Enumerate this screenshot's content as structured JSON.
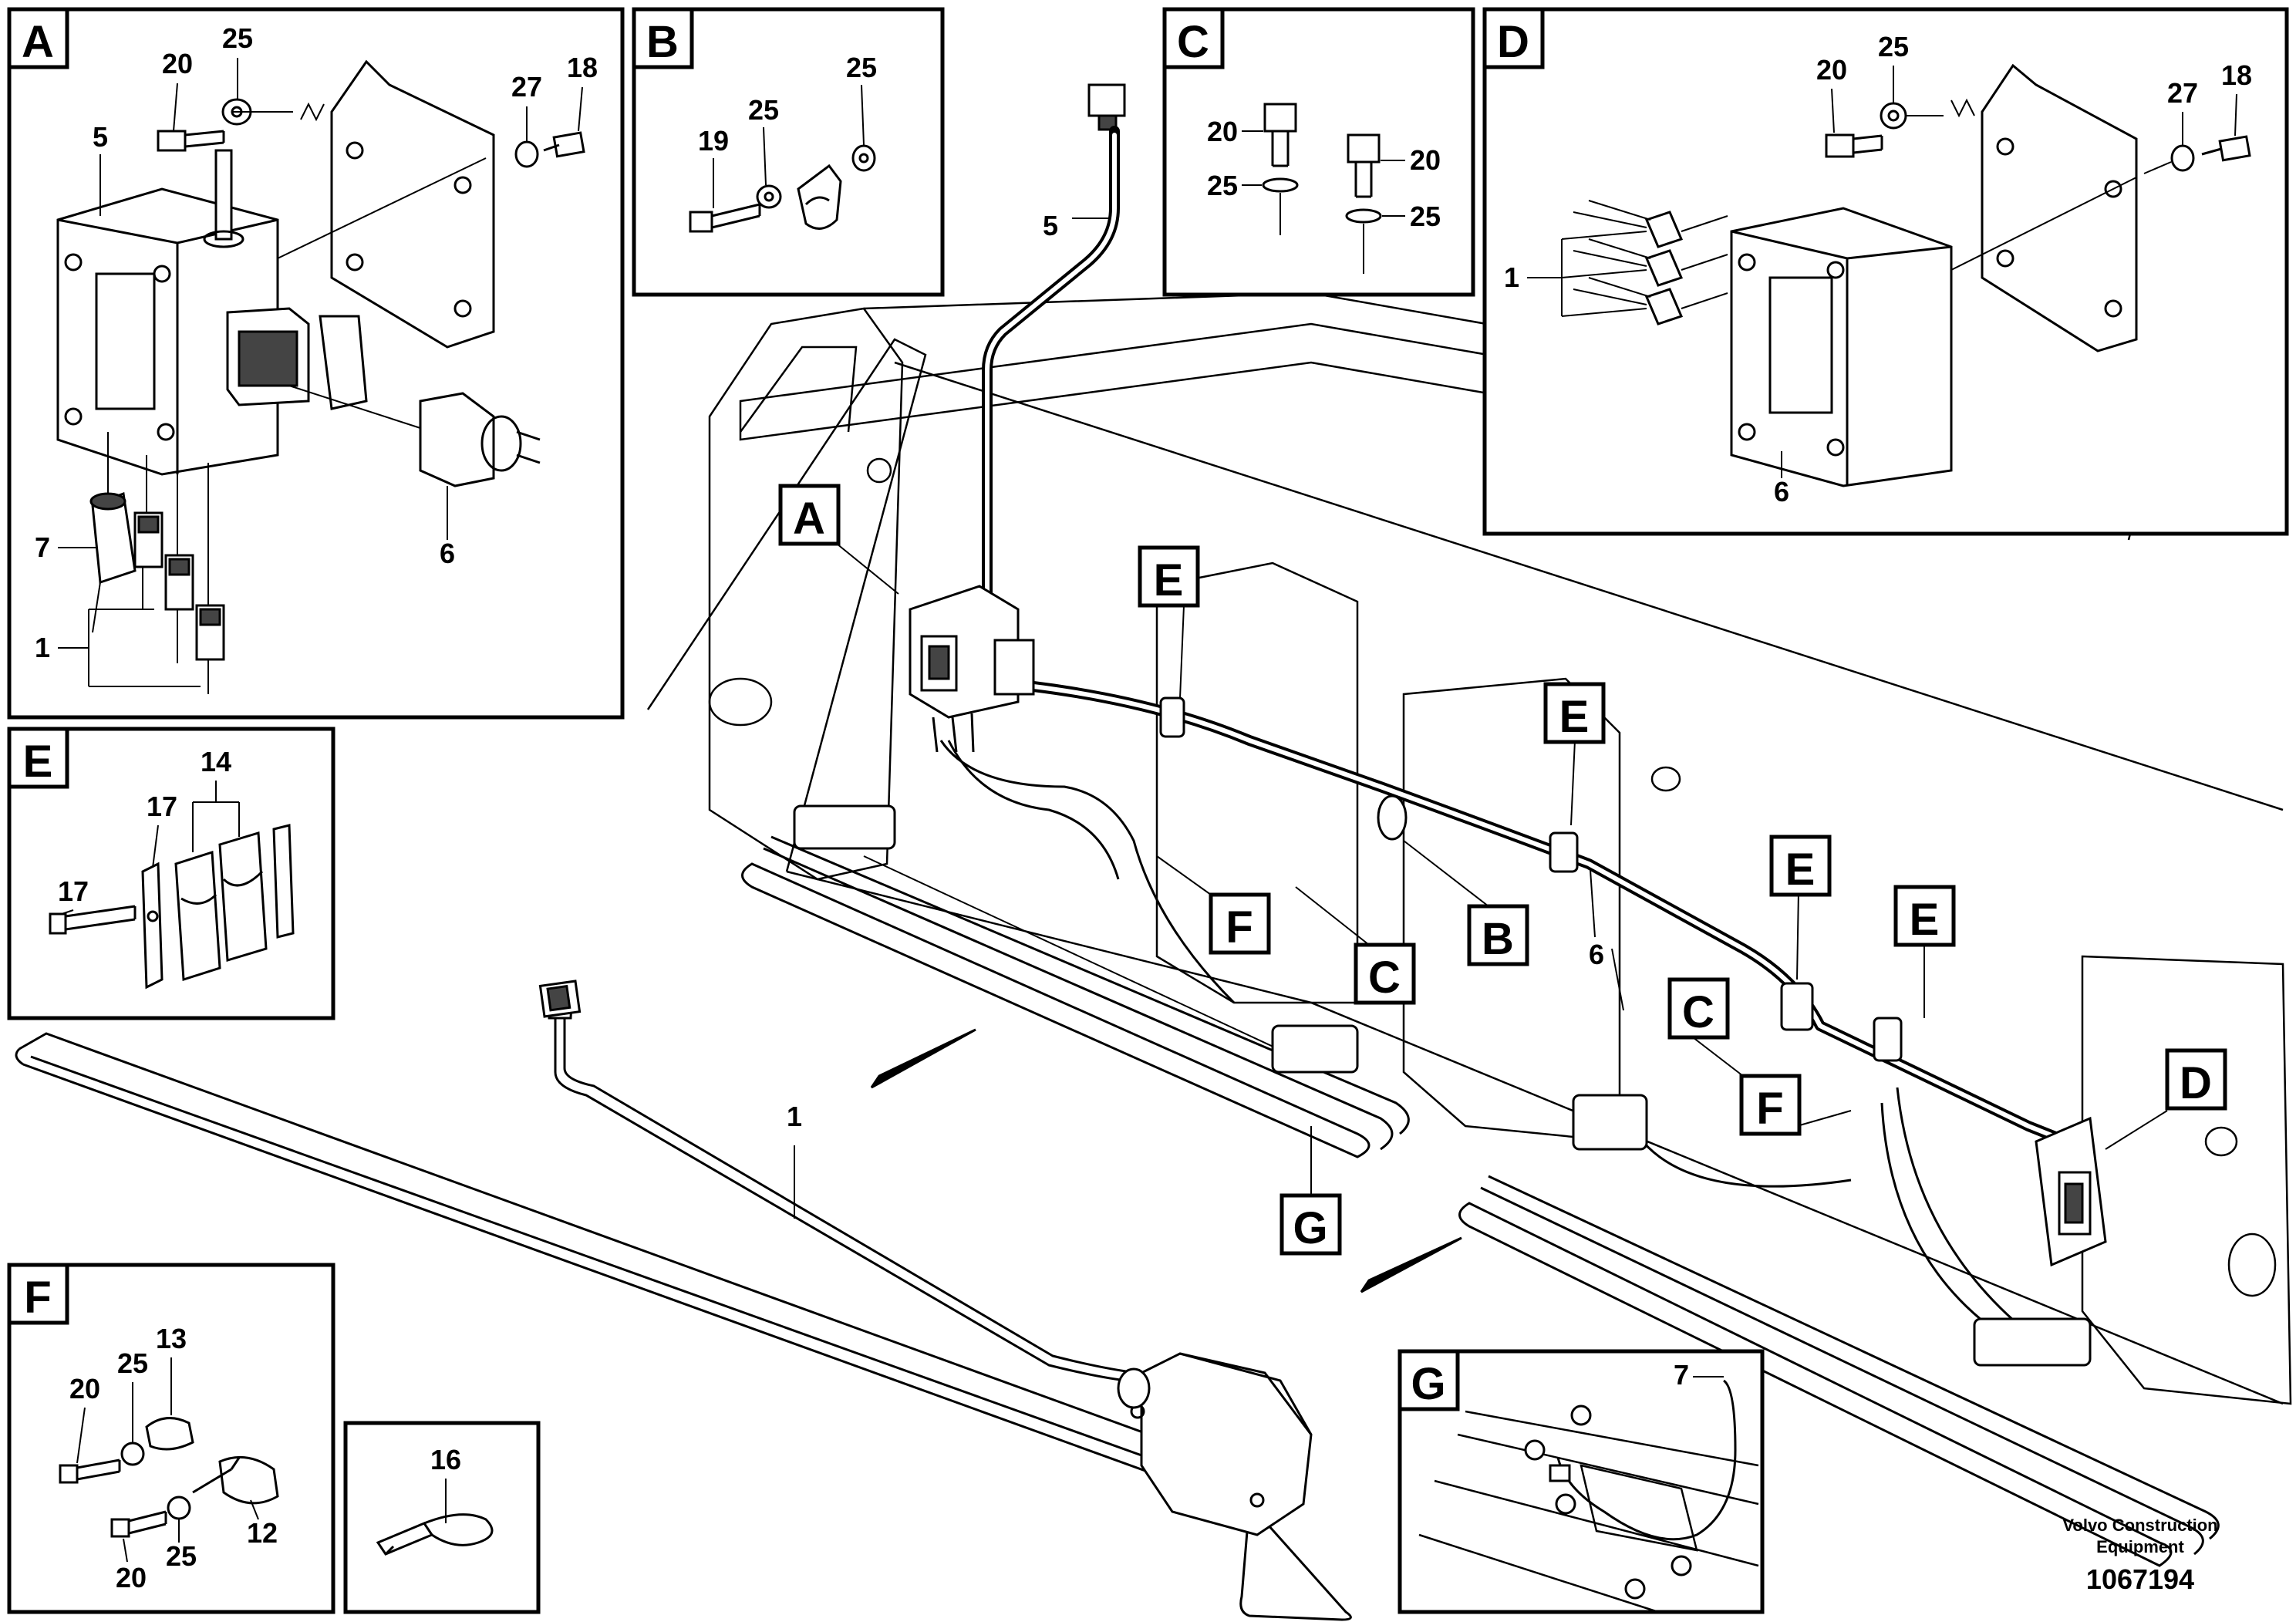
{
  "panels": {
    "A": {
      "letter": "A",
      "labels": {
        "n20": "20",
        "n25": "25",
        "n27": "27",
        "n18": "18",
        "n5": "5",
        "n6": "6",
        "n7": "7",
        "n1": "1"
      }
    },
    "B": {
      "letter": "B",
      "labels": {
        "n19": "19",
        "n25a": "25",
        "n25b": "25"
      }
    },
    "C": {
      "letter": "C",
      "labels": {
        "n20a": "20",
        "n25a": "25",
        "n20b": "20",
        "n25b": "25"
      }
    },
    "D": {
      "letter": "D",
      "labels": {
        "n20": "20",
        "n25": "25",
        "n27": "27",
        "n18": "18",
        "n1": "1",
        "n6": "6"
      }
    },
    "E": {
      "letter": "E",
      "labels": {
        "n14": "14",
        "n17a": "17",
        "n17b": "17"
      }
    },
    "F": {
      "letter": "F",
      "labels": {
        "n13": "13",
        "n25a": "25",
        "n20a": "20",
        "n12": "12",
        "n20b": "20",
        "n25b": "25"
      }
    },
    "H": {
      "labels": {
        "n16": "16"
      }
    },
    "G": {
      "letter": "G",
      "labels": {
        "n7": "7"
      }
    }
  },
  "main": {
    "callouts": {
      "A": "A",
      "E1": "E",
      "E2": "E",
      "E3": "E",
      "E4": "E",
      "F1": "F",
      "F2": "F",
      "C1": "C",
      "C2": "C",
      "B": "B",
      "G": "G",
      "D": "D"
    },
    "labels": {
      "n5": "5",
      "n6": "6",
      "n1": "1"
    }
  },
  "footer": {
    "company_line1": "Volvo Construction",
    "company_line2": "Equipment",
    "drawing_number": "1067194"
  }
}
